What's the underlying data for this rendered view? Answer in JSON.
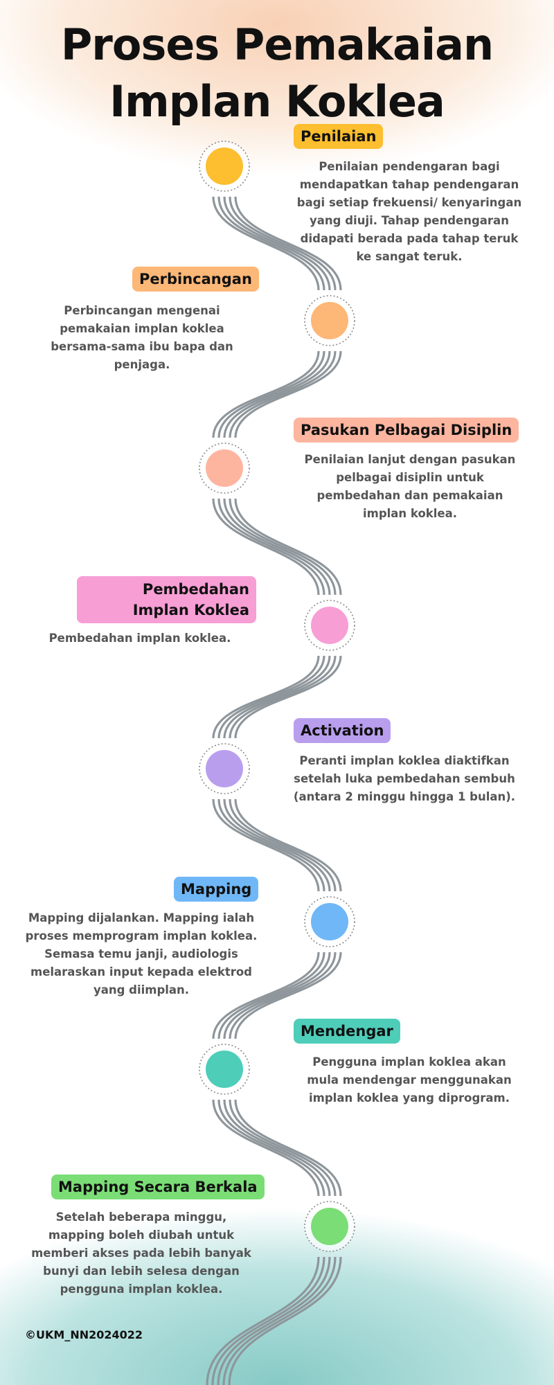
{
  "title": [
    "Proses Pemakaian",
    "Implan Koklea"
  ],
  "steps": [
    {
      "label": "Penilaian",
      "color": "#FDBE2F",
      "text": "Penilaian pendengaran bagi mendapatkan tahap pendengaran bagi setiap frekuensi/ kenyaringan yang diuji. Tahap pendengaran didapati berada pada tahap teruk ke sangat teruk."
    },
    {
      "label": "Perbincangan",
      "color": "#FDB777",
      "text": "Perbincangan mengenai pemakaian implan koklea bersama-sama ibu bapa dan penjaga."
    },
    {
      "label": "Pasukan Pelbagai Disiplin",
      "color": "#FDB59F",
      "text": "Penilaian lanjut dengan pasukan pelbagai disiplin untuk pembedahan dan pemakaian implan koklea."
    },
    {
      "label": "Pembedahan Implan Koklea",
      "color": "#F79ED5",
      "text": "Pembedahan implan koklea."
    },
    {
      "label": "Activation",
      "color": "#B99EEE",
      "text": "Peranti implan koklea diaktifkan setelah luka pembedahan sembuh (antara 2 minggu hingga 1 bulan)."
    },
    {
      "label": "Mapping",
      "color": "#6FB7F7",
      "text": "Mapping dijalankan. Mapping ialah proses memprogram implan koklea. Semasa temu janji, audiologis melaraskan input kepada elektrod yang diimplan."
    },
    {
      "label": "Mendengar",
      "color": "#4ECDB9",
      "text": "Pengguna implan koklea akan mula mendengar menggunakan implan koklea yang diprogram."
    },
    {
      "label": "Mapping Secara Berkala",
      "color": "#7BDD76",
      "text": "Setelah beberapa minggu, mapping boleh diubah untuk memberi akses pada lebih banyak bunyi dan lebih selesa dengan pengguna implan koklea."
    }
  ],
  "copyright": "©UKM_NN2024022"
}
